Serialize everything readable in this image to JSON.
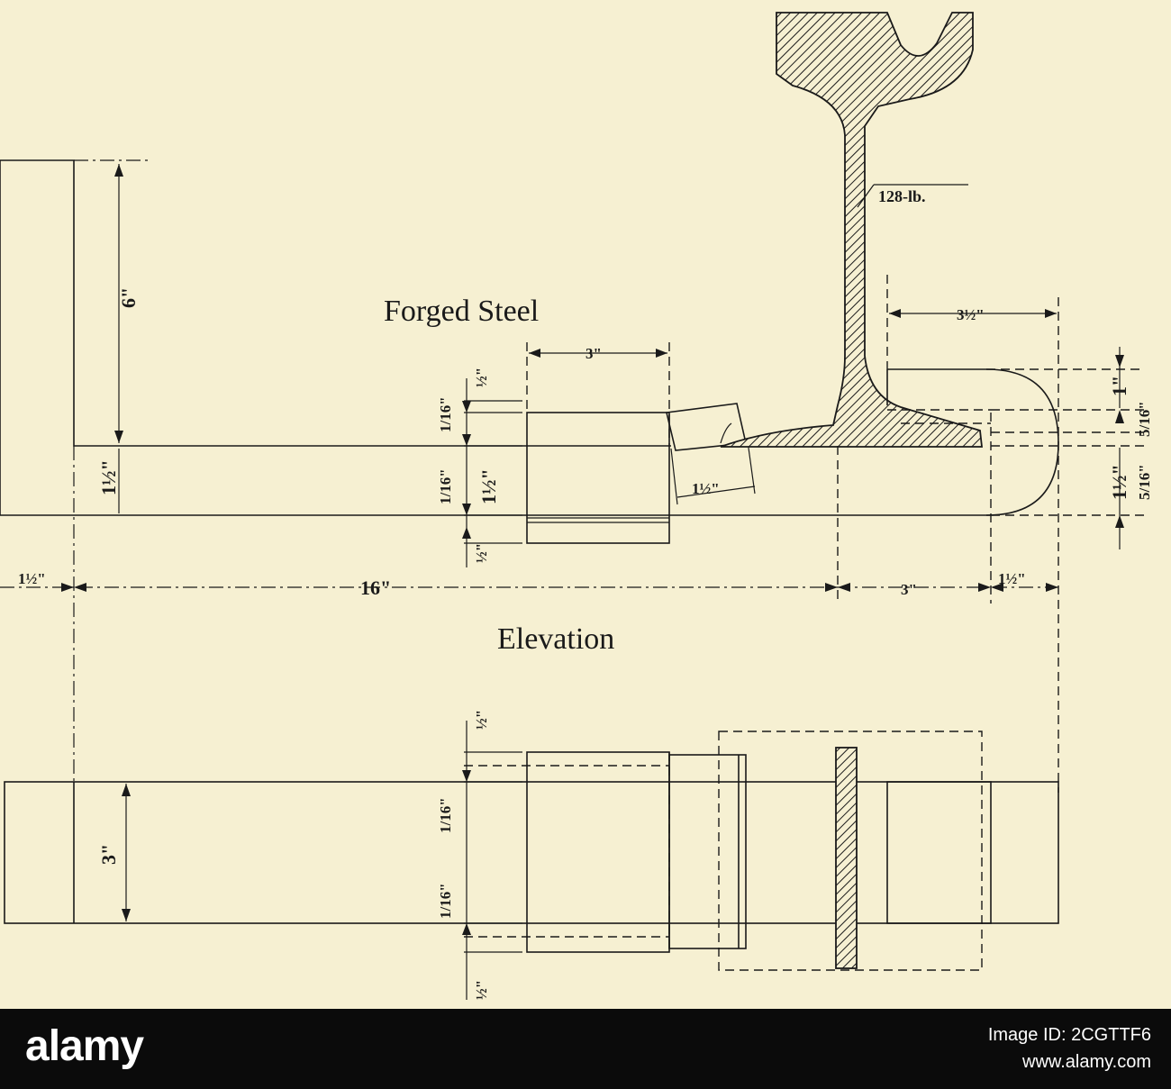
{
  "labels": {
    "forged_steel": "Forged Steel",
    "elevation": "Elevation",
    "rail_weight": "128-lb."
  },
  "dimensions": {
    "height_6": "6\"",
    "thick_1_5_left": "1½\"",
    "width_3_top": "3\"",
    "width_3_5": "3½\"",
    "depth_1_5_mid": "1½\"",
    "half_top": "½\"",
    "sixteenth_top": "1/16\"",
    "one_and_half_mid": "1½\"",
    "sixteenth_bottom": "1/16\"",
    "half_bottom": "½\"",
    "bottom_1_5_left": "1½\"",
    "bottom_16": "16\"",
    "bottom_3": "3\"",
    "bottom_1_5_right": "1½\"",
    "right_1": "1\"",
    "right_5_16_a": "5/16\"",
    "right_5_16_b": "5/16\"",
    "right_1_5": "1½\"",
    "plan_3": "3\"",
    "plan_half_top": "½\"",
    "plan_sixteenth_top": "1/16\"",
    "plan_sixteenth_bottom": "1/16\"",
    "plan_half_bottom": "½\""
  },
  "stock": {
    "logo": "alamy",
    "image_id": "Image ID: 2CGTTF6",
    "url": "www.alamy.com"
  }
}
